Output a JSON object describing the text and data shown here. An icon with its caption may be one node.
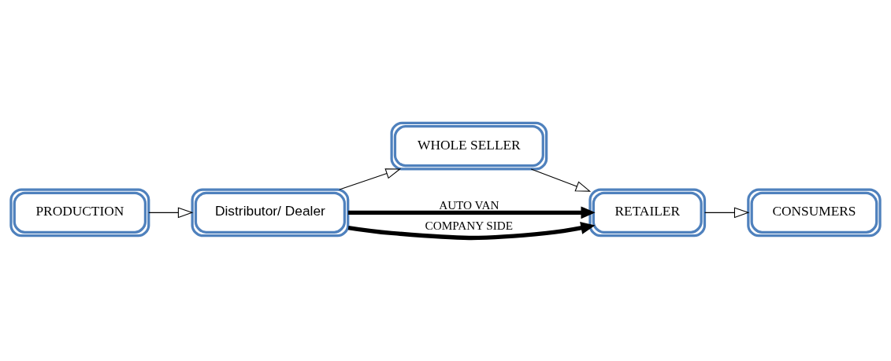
{
  "diagram": {
    "nodes": [
      {
        "text": [
          "PRODUCTION"
        ]
      },
      {
        "text": [
          "Distributor/ Dealer"
        ]
      },
      {
        "text": [
          "WHOLE SELLER"
        ]
      },
      {
        "text": [
          "RETAILER"
        ]
      },
      {
        "text": [
          "CONSUMERS"
        ]
      }
    ],
    "edges": [
      {
        "from": 0,
        "to": 1,
        "arrow": "to"
      },
      {
        "from": 1,
        "to": 2,
        "arrow": "to"
      },
      {
        "from": 2,
        "to": 3,
        "arrow": "to"
      },
      {
        "from": 1,
        "to": 3,
        "arrow": "to",
        "label": "AUTO VAN",
        "style": "thick"
      },
      {
        "from": 1,
        "to": 3,
        "arrow": "to",
        "label": "COMPANY SIDE",
        "style": "thick"
      },
      {
        "from": 3,
        "to": 4,
        "arrow": "to"
      }
    ]
  }
}
